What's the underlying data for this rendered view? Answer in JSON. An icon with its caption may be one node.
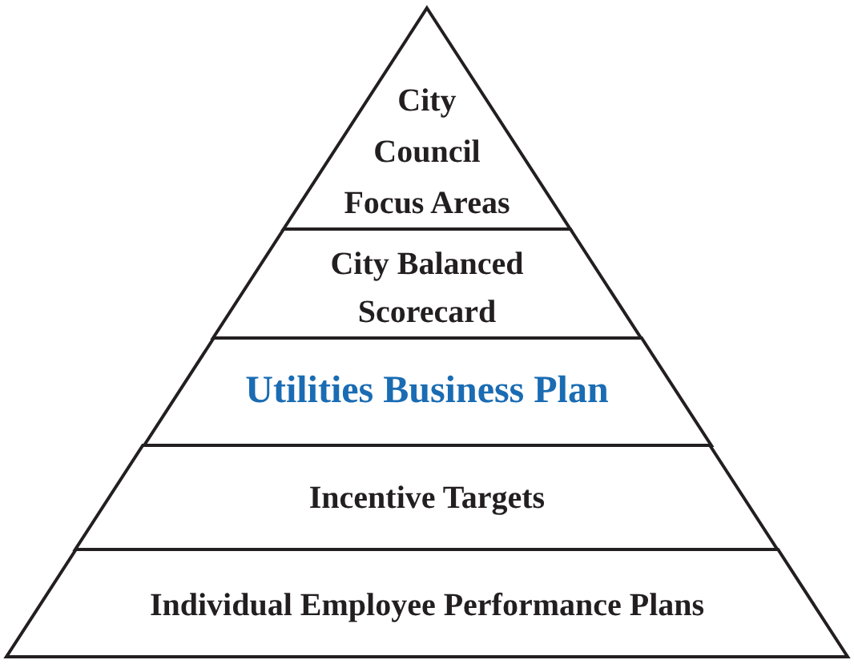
{
  "diagram": {
    "nodes": [
      {
        "text": [
          "City Council Focus Areas"
        ]
      },
      {
        "text": [
          "City Balanced Scorecard"
        ]
      },
      {
        "text": [
          "Utilities Business Plan"
        ]
      },
      {
        "text": [
          "Incentive Targets"
        ]
      },
      {
        "text": [
          "Individual Employee Performance Plans"
        ]
      }
    ]
  }
}
